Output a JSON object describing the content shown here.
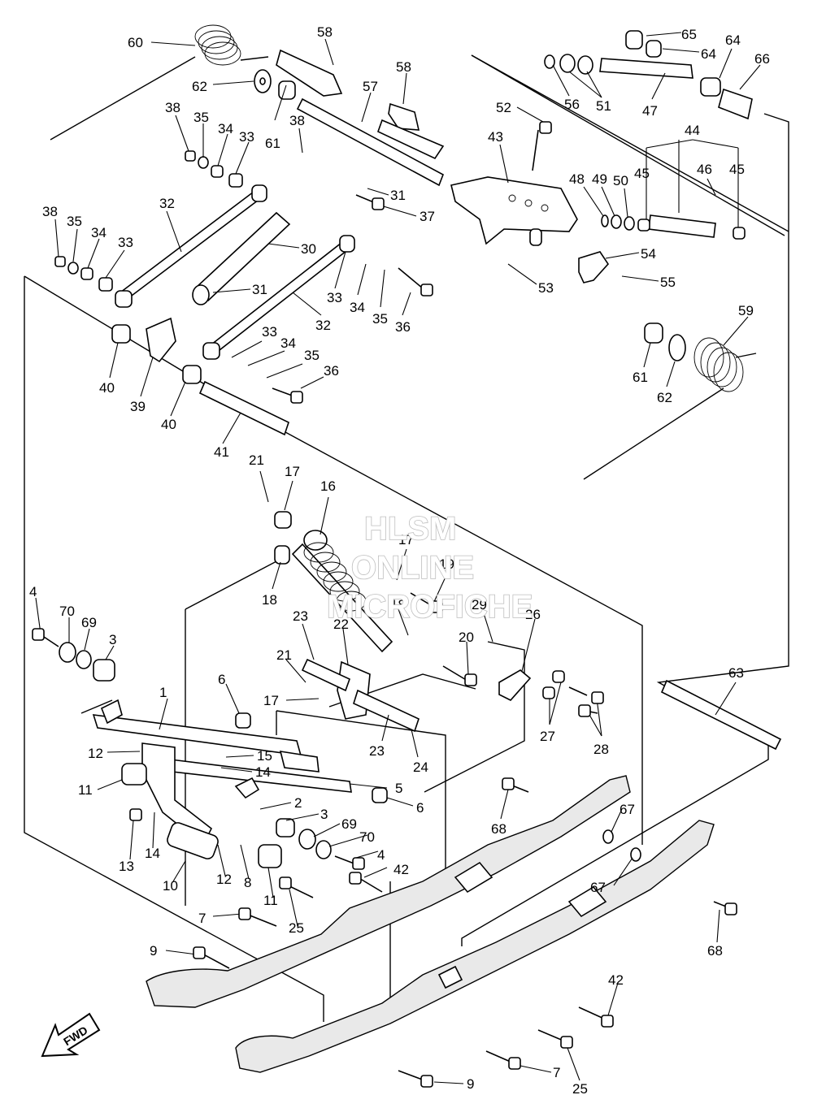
{
  "watermark": {
    "line1": "HLSM",
    "line2": "ONLINE",
    "line3": "MICROFICHE"
  },
  "fwd_label": "FWD",
  "callouts": [
    "60",
    "58",
    "58",
    "65",
    "64",
    "64",
    "66",
    "62",
    "57",
    "56",
    "51",
    "47",
    "38",
    "35",
    "34",
    "33",
    "61",
    "38",
    "52",
    "43",
    "44",
    "45",
    "46",
    "45",
    "48",
    "49",
    "50",
    "32",
    "31",
    "37",
    "38",
    "35",
    "34",
    "33",
    "30",
    "54",
    "31",
    "53",
    "55",
    "33",
    "34",
    "35",
    "36",
    "32",
    "59",
    "40",
    "39",
    "33",
    "34",
    "35",
    "36",
    "40",
    "61",
    "62",
    "41",
    "21",
    "17",
    "16",
    "17",
    "18",
    "18",
    "19",
    "4",
    "70",
    "69",
    "3",
    "29",
    "26",
    "23",
    "22",
    "20",
    "21",
    "1",
    "6",
    "17",
    "63",
    "23",
    "24",
    "27",
    "28",
    "12",
    "15",
    "14",
    "5",
    "6",
    "11",
    "2",
    "3",
    "69",
    "70",
    "67",
    "68",
    "13",
    "14",
    "4",
    "42",
    "10",
    "12",
    "8",
    "11",
    "67",
    "7",
    "25",
    "68",
    "9",
    "42",
    "9",
    "7",
    "25"
  ]
}
